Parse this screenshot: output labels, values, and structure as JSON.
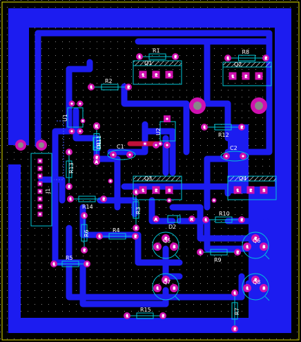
{
  "colors": {
    "background": "#000000",
    "trace": "#1c1cf0",
    "topTrace": "#c0103a",
    "pad": "#d010b0",
    "padHole": "#ffffff",
    "outline": "#00c8d8",
    "boardEdge": "#e0e000",
    "label": "#ffffff",
    "hatch": "#ffffff"
  },
  "components": [
    {
      "ref": "R1"
    },
    {
      "ref": "R2"
    },
    {
      "ref": "R3"
    },
    {
      "ref": "R4"
    },
    {
      "ref": "R5"
    },
    {
      "ref": "R6"
    },
    {
      "ref": "R7"
    },
    {
      "ref": "R8"
    },
    {
      "ref": "R9"
    },
    {
      "ref": "R10"
    },
    {
      "ref": "R11"
    },
    {
      "ref": "R12"
    },
    {
      "ref": "R13"
    },
    {
      "ref": "R14"
    },
    {
      "ref": "R15"
    },
    {
      "ref": "C1"
    },
    {
      "ref": "C2"
    },
    {
      "ref": "D1"
    },
    {
      "ref": "D2"
    },
    {
      "ref": "Q1"
    },
    {
      "ref": "Q2"
    },
    {
      "ref": "Q3"
    },
    {
      "ref": "Q4"
    },
    {
      "ref": "Q5"
    },
    {
      "ref": "Q6"
    },
    {
      "ref": "Q7"
    },
    {
      "ref": "Q8"
    },
    {
      "ref": "U1"
    },
    {
      "ref": "U2"
    },
    {
      "ref": "J1"
    }
  ],
  "pinLabels": {
    "p1": "1",
    "p2": "2",
    "p3": "3",
    "anode": "A",
    "cathode": "K"
  }
}
